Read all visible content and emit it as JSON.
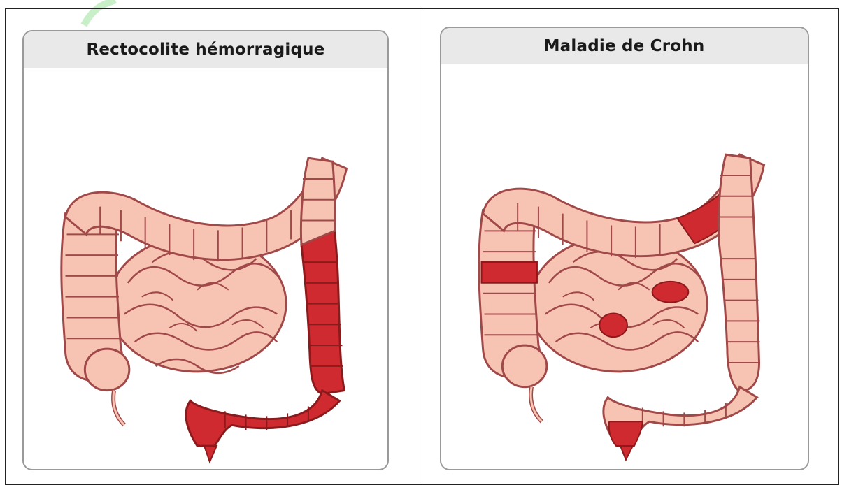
{
  "panels": [
    {
      "title": "Rectocolite hémorragique",
      "inflamed_regions": [
        "descending-colon",
        "sigmoid-colon",
        "rectum"
      ]
    },
    {
      "title": "Maladie de Crohn",
      "inflamed_regions": [
        "ascending-colon-patch",
        "splenic-flexure-patch",
        "small-intestine-patches",
        "rectum"
      ]
    }
  ],
  "colors": {
    "healthy_fill": "#f7c4b4",
    "healthy_outline": "#a14848",
    "inflamed_fill": "#cf2a30",
    "inflamed_outline": "#8a1a1c",
    "header_bg": "#e9e9e9"
  }
}
